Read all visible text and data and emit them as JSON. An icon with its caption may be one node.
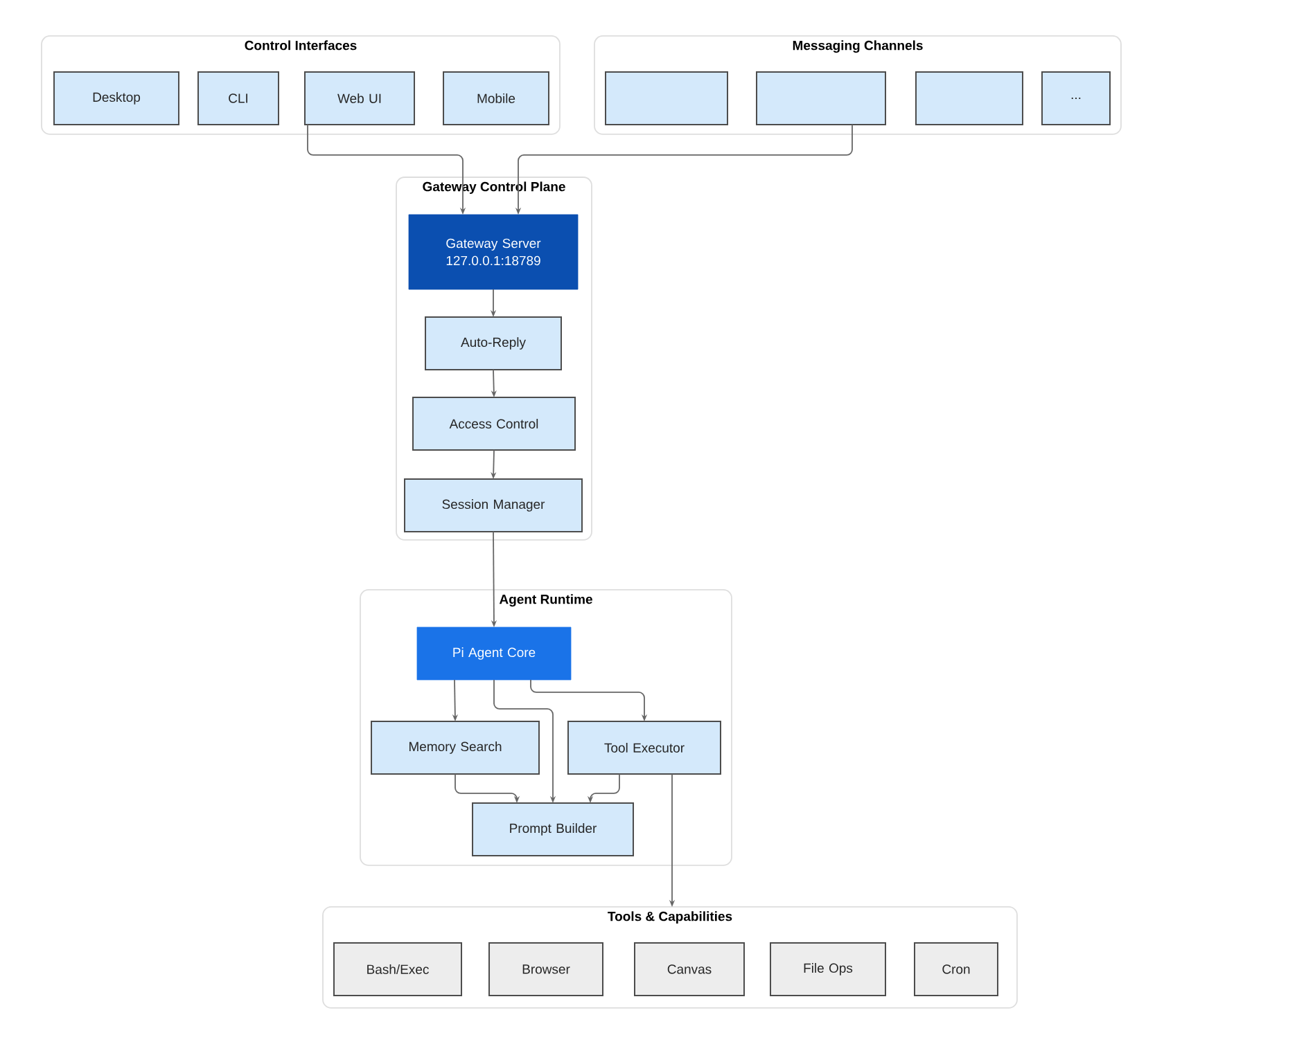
{
  "diagram": {
    "nodes": [
      {
        "text": [
          "Control Interfaces"
        ]
      },
      {
        "text": [
          "Desktop"
        ],
        "in": 0
      },
      {
        "text": [
          "CLI"
        ],
        "in": 0
      },
      {
        "text": [
          "Web UI"
        ],
        "in": 0
      },
      {
        "text": [
          "Mobile"
        ],
        "in": 0
      },
      {
        "text": [
          "Messaging Channels"
        ]
      },
      {
        "text": [],
        "shape": "box",
        "in": 5
      },
      {
        "text": [],
        "shape": "box",
        "in": 5
      },
      {
        "text": [],
        "shape": "box",
        "in": 5
      },
      {
        "text": [
          "..."
        ],
        "in": 5
      },
      {
        "text": [
          "Gateway Control Plane"
        ]
      },
      {
        "text": [
          "Gateway Server 127.0.0.1:18789"
        ],
        "in": 10
      },
      {
        "text": [
          "Auto-Reply"
        ],
        "in": 10
      },
      {
        "text": [
          "Access Control"
        ],
        "in": 10
      },
      {
        "text": [
          "Session Manager"
        ],
        "in": 10
      },
      {
        "text": [
          "Agent Runtime"
        ]
      },
      {
        "text": [
          "Pi Agent Core"
        ],
        "in": 15
      },
      {
        "text": [
          "Memory Search"
        ],
        "in": 15
      },
      {
        "text": [
          "Tool Executor"
        ],
        "in": 15
      },
      {
        "text": [
          "Prompt Builder"
        ],
        "in": 15
      },
      {
        "text": [
          "Tools & Capabilities"
        ]
      },
      {
        "text": [
          "Bash/Exec"
        ],
        "in": 20
      },
      {
        "text": [
          "Browser"
        ],
        "in": 20
      },
      {
        "text": [
          "Canvas"
        ],
        "in": 20
      },
      {
        "text": [
          "File Ops"
        ],
        "in": 20
      },
      {
        "text": [
          "Cron"
        ],
        "in": 20
      }
    ],
    "edges": [
      {
        "from": 3,
        "to": 11,
        "arrow": "to"
      },
      {
        "from": 7,
        "to": 11,
        "arrow": "to"
      },
      {
        "from": 11,
        "to": 12,
        "arrow": "to"
      },
      {
        "from": 12,
        "to": 13,
        "arrow": "to"
      },
      {
        "from": 13,
        "to": 14,
        "arrow": "to"
      },
      {
        "from": 14,
        "to": 16,
        "arrow": "to"
      },
      {
        "from": 16,
        "to": 17,
        "arrow": "to"
      },
      {
        "from": 16,
        "to": 19,
        "arrow": "to"
      },
      {
        "from": 16,
        "to": 18,
        "arrow": "to"
      },
      {
        "from": 17,
        "to": 19,
        "arrow": "to"
      },
      {
        "from": 18,
        "to": 19,
        "arrow": "to"
      },
      {
        "from": 18,
        "to": 20,
        "arrow": "to"
      }
    ]
  }
}
